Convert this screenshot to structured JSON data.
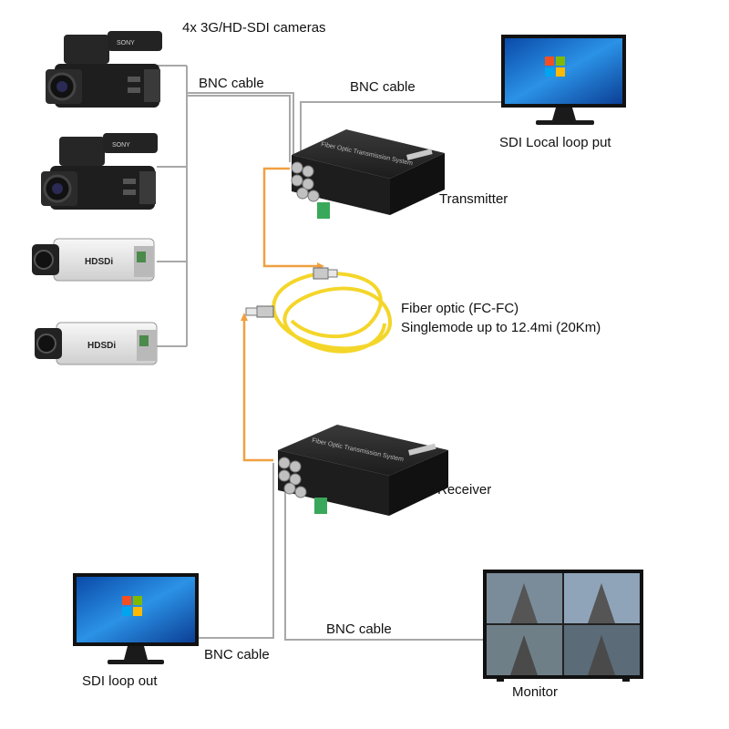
{
  "labels": {
    "cameras": "4x 3G/HD-SDI cameras",
    "bnc_cable": "BNC cable",
    "sdi_local_loop": "SDI Local loop put",
    "transmitter": "Transmitter",
    "fiber_line1": "Fiber optic (FC-FC)",
    "fiber_line2": "Singlemode up to 12.4mi (20Km)",
    "receiver": "Receiver",
    "sdi_loop_out": "SDI loop out",
    "monitor": "Monitor"
  },
  "device_text": {
    "panel": "Fiber Optic Transmission System",
    "camera_badge": "HDSDi",
    "camcorder_brand": "SONY"
  },
  "colors": {
    "cable_gray": "#a8a8a8",
    "fiber_orange": "#f0a040",
    "fiber_yellow": "#f4d62a",
    "device_black": "#1d1d1d",
    "terminal_green": "#3aa85a",
    "screen_blue": "#1f7fd8"
  }
}
